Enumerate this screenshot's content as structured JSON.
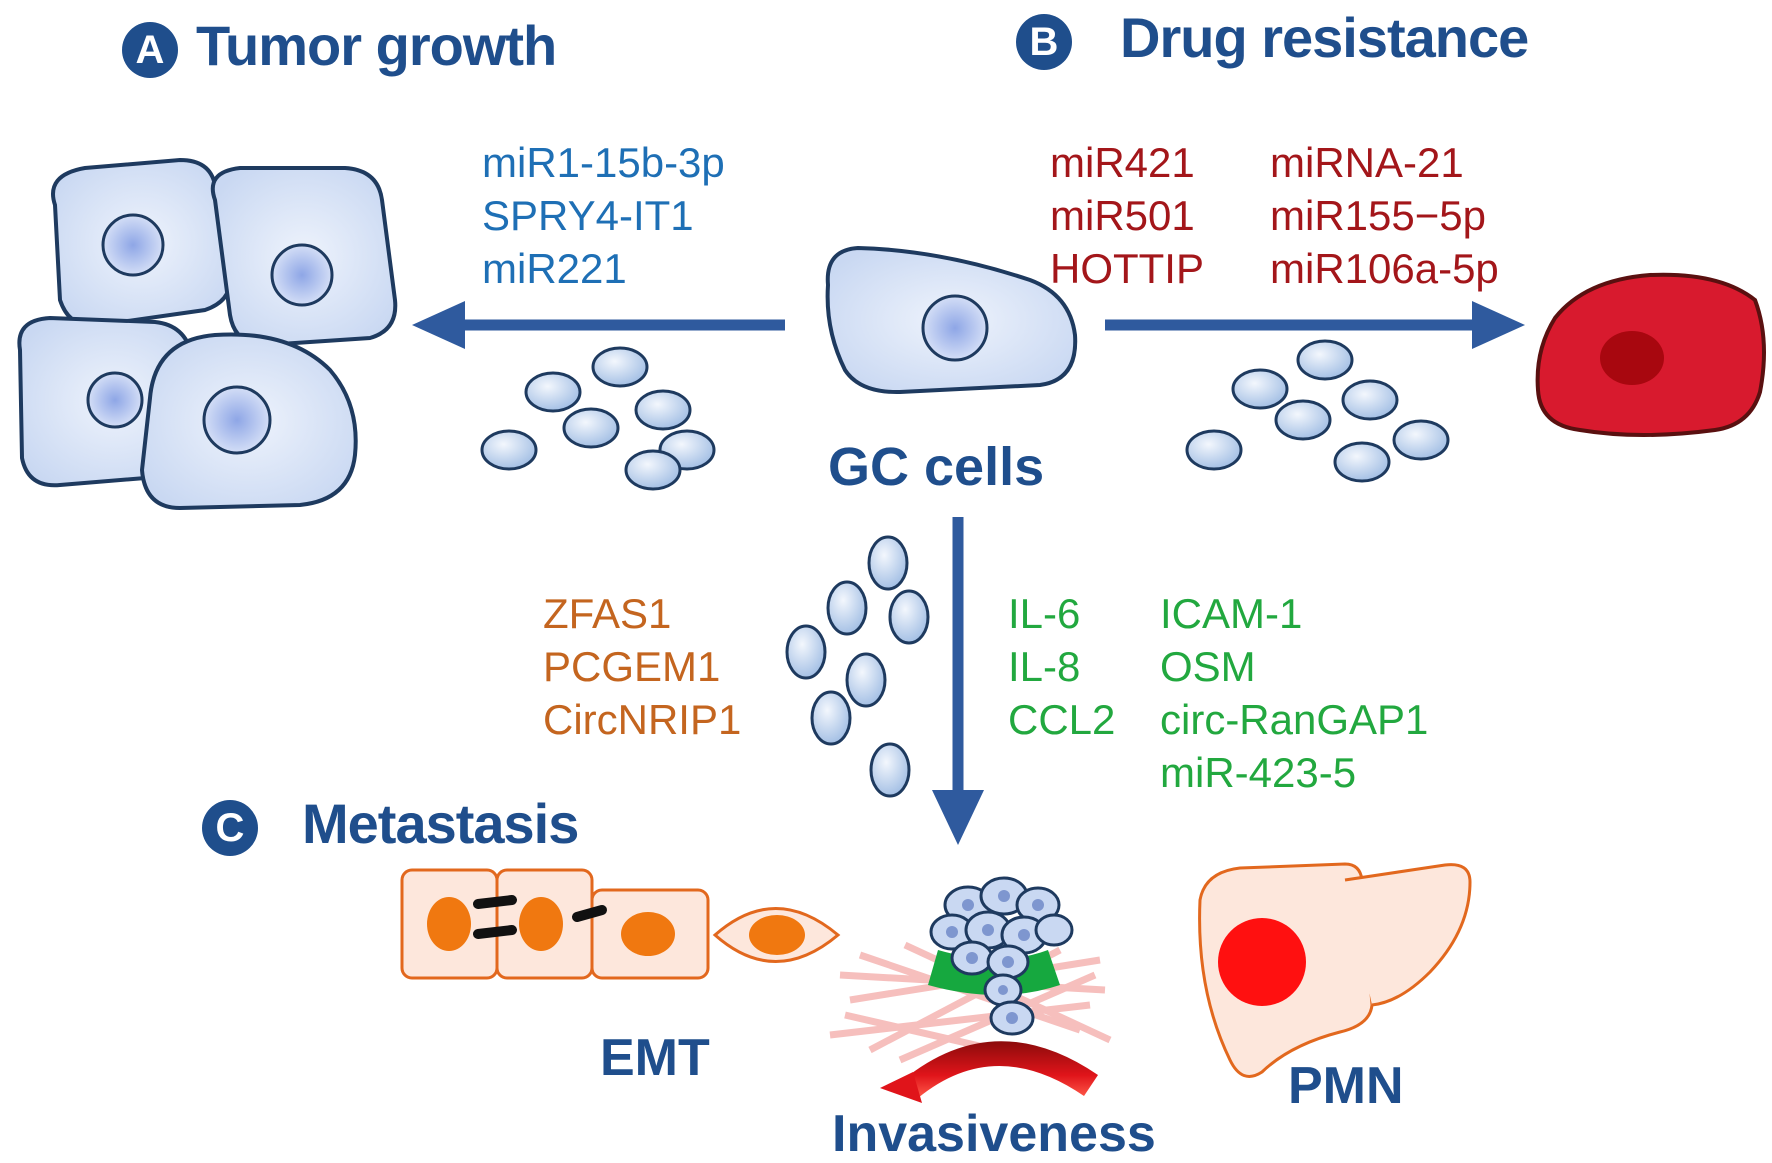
{
  "sections": {
    "a": {
      "badge": "A",
      "title": "Tumor growth"
    },
    "b": {
      "badge": "B",
      "title": "Drug resistance"
    },
    "c": {
      "badge": "C",
      "title": "Metastasis"
    }
  },
  "center_label": "GC cells",
  "tumor_growth_molecules": [
    "miR1-15b-3p",
    "SPRY4-IT1",
    "miR221"
  ],
  "drug_resistance_molecules": {
    "col1": [
      "miR421",
      "miR501",
      "HOTTIP"
    ],
    "col2": [
      "miRNA-21",
      "miR155−5p",
      "miR106a-5p"
    ]
  },
  "emt_molecules": [
    "ZFAS1",
    "PCGEM1",
    "CircNRIP1"
  ],
  "pmn_molecules": {
    "col1": [
      "IL-6",
      "IL-8",
      "CCL2"
    ],
    "col2": [
      "ICAM-1",
      "OSM",
      "circ-RanGAP1",
      "miR-423-5"
    ]
  },
  "outcome_labels": {
    "emt": "EMT",
    "invasiveness": "Invasiveness",
    "pmn": "PMN"
  },
  "colors": {
    "navy": "#1f4e8c",
    "arrow": "#2f5a9e",
    "tumor_growth_text": "#1e6fb5",
    "drug_resistance_text": "#a3161a",
    "emt_text": "#c4651f",
    "pmn_text": "#22a83f",
    "cell_fill": "#d7e3f7",
    "resistant_cell": "#d81a2e",
    "emt_cell_fill": "#fde7dc",
    "emt_nucleus": "#f07810"
  }
}
